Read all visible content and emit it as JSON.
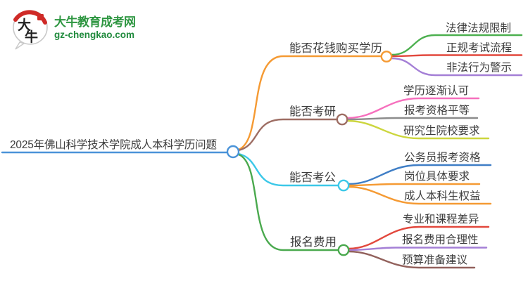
{
  "logo": {
    "icon_chars": "大牛",
    "title": "大牛教育成考网",
    "domain": "gz-chengkao.com",
    "brand_green": "#2e9641",
    "brand_red": "#cf2a27"
  },
  "mindmap": {
    "root": {
      "label": "2025年佛山科学技术学院成人本科学历问题",
      "color": "#4a93d8"
    },
    "branches": [
      {
        "label": "能否花钱购买学历",
        "color": "#f59a33",
        "children": [
          {
            "label": "法律法规限制",
            "color": "#4cb04f"
          },
          {
            "label": "正规考试流程",
            "color": "#e2483d"
          },
          {
            "label": "非法行为警示",
            "color": "#a47fd6"
          }
        ]
      },
      {
        "label": "能否考研",
        "color": "#9e6e64",
        "children": [
          {
            "label": "学历逐渐认可",
            "color": "#f670bd"
          },
          {
            "label": "报考资格平等",
            "color": "#8c8c8c"
          },
          {
            "label": "研究生院校要求",
            "color": "#ccd63e"
          }
        ]
      },
      {
        "label": "能否考公",
        "color": "#3cc8e8",
        "children": [
          {
            "label": "公务员报考资格",
            "color": "#3f7ec6"
          },
          {
            "label": "岗位具体要求",
            "color": "#f59a33"
          },
          {
            "label": "成人本科生权益",
            "color": "#f59a33"
          }
        ]
      },
      {
        "label": "报名费用",
        "color": "#4aa94e",
        "children": [
          {
            "label": "专业和课程差异",
            "color": "#e2483d"
          },
          {
            "label": "报名费用合理性",
            "color": "#a47fd6"
          },
          {
            "label": "预算准备建议",
            "color": "#92615c"
          }
        ]
      }
    ]
  }
}
